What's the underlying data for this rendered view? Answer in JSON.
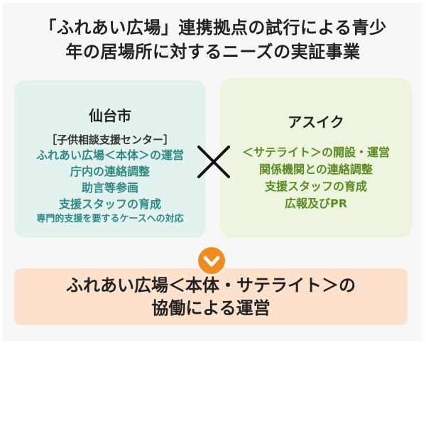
{
  "title": {
    "line1": "「ふれあい広場」連携拠点の試行による青少",
    "line2": "年の居場所に対するニーズの実証事業"
  },
  "left_box": {
    "name": "仙台市",
    "sub_label": "［子供相談支援センター］",
    "items": [
      "ふれあい広場＜本体＞の運営",
      "庁内の連絡調整",
      "助言等参画",
      "支援スタッフの育成",
      "専門的支援を要するケースへの対応"
    ]
  },
  "right_box": {
    "name": "アスイク",
    "items": [
      "＜サテライト＞の開設・運営",
      "関係機関との連絡調整",
      "支援スタッフの育成",
      "広報及びPR"
    ]
  },
  "result": {
    "line1": "ふれあい広場＜本体・サテライト＞の",
    "line2": "協働による運営"
  },
  "colors": {
    "left_box_bg": "#e3f2ef",
    "left_text": "#2f8a85",
    "right_box_bg": "#eef5de",
    "right_text": "#5a8a22",
    "result_bg": "#fce1cc",
    "arrow": "#f28a1e"
  },
  "icons": {
    "cross": "cross-icon",
    "arrow": "down-arrow-icon"
  }
}
